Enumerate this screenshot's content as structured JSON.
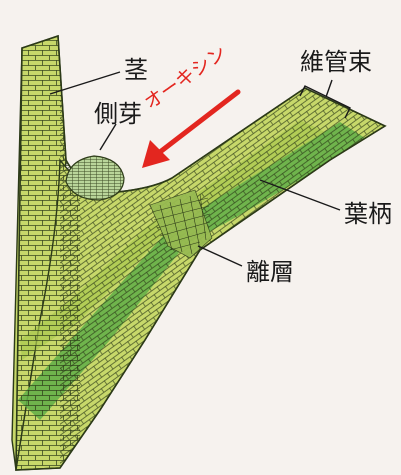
{
  "labels": {
    "stem": "茎",
    "lateral_bud": "側芽",
    "vascular_bundle": "維管束",
    "petiole": "葉柄",
    "abscission_layer": "離層",
    "auxin": "オーキシン"
  },
  "colors": {
    "background": "#f6f2ee",
    "tissue_light": "#c7d86a",
    "tissue_mid": "#a9c94f",
    "vascular_green": "#5fae46",
    "bud": "#b9d59a",
    "cell_line": "#2c3a18",
    "arrow": "#e3261f"
  },
  "icons": {
    "arrow": "red-arrow-icon"
  }
}
